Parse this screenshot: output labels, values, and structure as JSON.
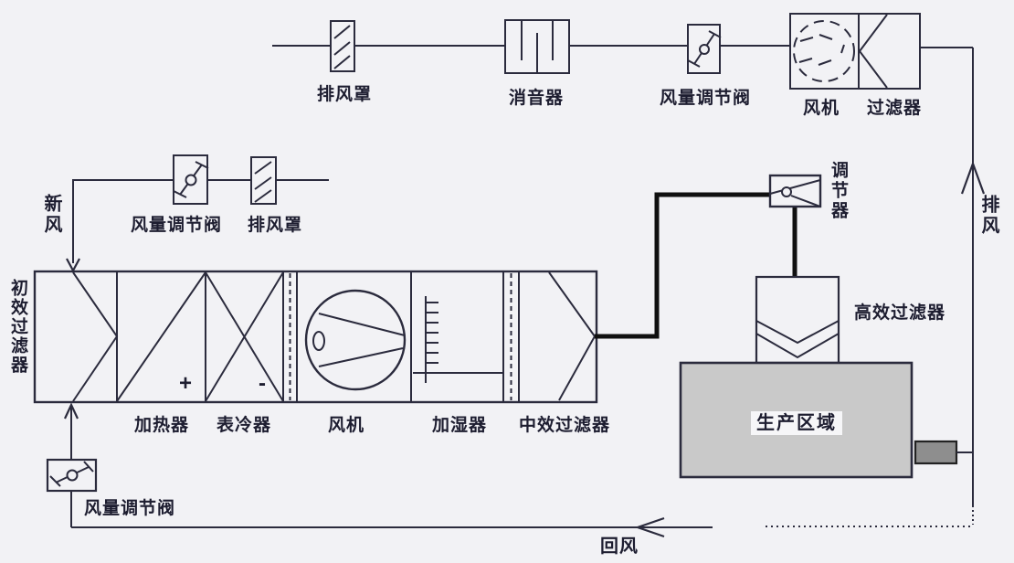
{
  "components": {
    "exhaust_hood_top": "排风罩",
    "silencer": "消音器",
    "damper_top": "风量调节阀",
    "fan_top": "风机",
    "filter_top": "过滤器",
    "fresh_air": "新风",
    "damper_mid": "风量调节阀",
    "exhaust_hood_mid": "排风罩",
    "primary_filter": "初效过滤器",
    "heater": "加热器",
    "cooler": "表冷器",
    "ahu_fan": "风机",
    "humidifier": "加湿器",
    "mid_filter": "中效过滤器",
    "regulator": "调节器",
    "hepa_filter": "高效过滤器",
    "production_area": "生产区域",
    "exhaust_air": "排风",
    "damper_bottom": "风量调节阀",
    "return_air": "回风"
  },
  "signs": {
    "heater": "+",
    "cooler": "-"
  },
  "colors": {
    "background": "#f2f2f5",
    "line": "#2b2b3d",
    "thick_line": "#101010",
    "production_fill": "#c9c9c9",
    "duct_fill": "#8e8e8e"
  }
}
